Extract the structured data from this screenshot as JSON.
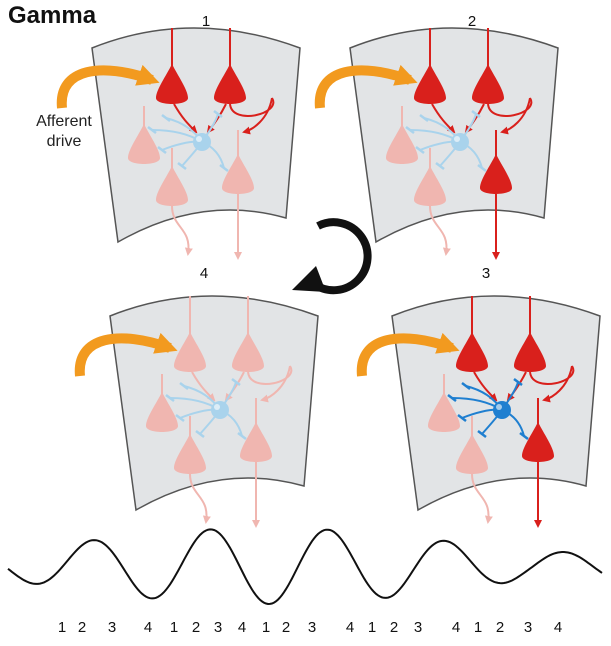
{
  "title": "Gamma",
  "afferent_label": [
    "Afferent",
    "drive"
  ],
  "panel_numbers": [
    "1",
    "2",
    "3",
    "4"
  ],
  "cycle_labels": [
    "1",
    "2",
    "3",
    "4",
    "1",
    "2",
    "3",
    "4",
    "1",
    "2",
    "3",
    "4",
    "1",
    "2",
    "3",
    "4",
    "1",
    "2",
    "3",
    "4"
  ],
  "colors": {
    "panel_fill": "#e2e4e6",
    "panel_stroke": "#555555",
    "active_red": "#d9201c",
    "faded_red": "#f0b6b0",
    "arrow_orange": "#f29a1f",
    "interneuron_active": "#1f7fd0",
    "interneuron_faded": "#a9d3ec",
    "wave": "#111111",
    "cycle_arrow": "#111111"
  }
}
